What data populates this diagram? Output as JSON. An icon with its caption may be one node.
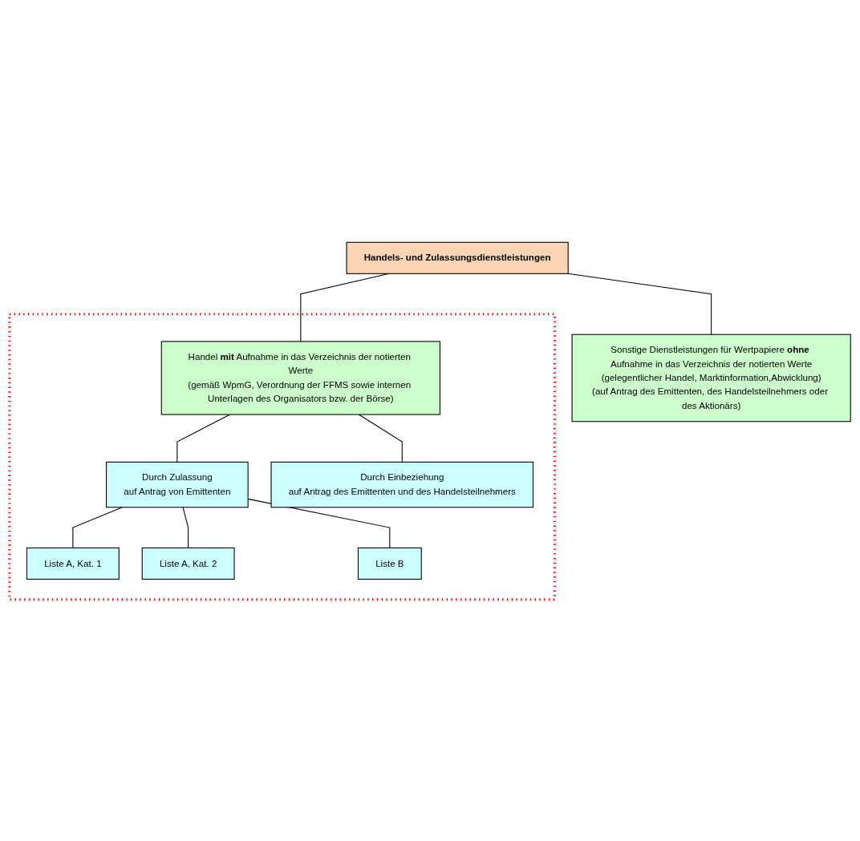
{
  "diagram": {
    "nodes": [
      {
        "text": [
          "Handels- und Zulassungsdienstleistungen"
        ]
      },
      {
        "text": [
          "Sonstige Dienstleistungen für Wertpapiere **ohne** Aufnahme in das Verzeichnis der notierten Werte",
          "(gelegentlicher Handel, Marktinformation,Abwicklung)",
          "(auf Antrag des Emittenten, des Handelsteilnehmers oder des Aktionärs)"
        ]
      },
      {
        "text": [],
        "shape": "box"
      },
      {
        "text": [
          "Handel **mit** Aufnahme in das Verzeichnis der notierten Werte",
          "(gemäß WpmG, Verordnung der FFMS sowie internen Unterlagen des Organisators bzw. der Börse)"
        ],
        "in": 2
      },
      {
        "text": [
          "Durch Zulassung",
          "auf Antrag von Emittenten"
        ],
        "in": 2
      },
      {
        "text": [
          "Durch Einbeziehung",
          "auf Antrag des Emittenten und des Handelsteilnehmers"
        ],
        "in": 2
      },
      {
        "text": [
          "Liste A, Kat. 1"
        ],
        "in": 2
      },
      {
        "text": [
          "Liste A, Kat. 2"
        ],
        "in": 2
      },
      {
        "text": [
          "Liste B"
        ],
        "in": 2
      }
    ],
    "edges": [
      {
        "from": 0,
        "to": 1,
        "arrow": "none"
      },
      {
        "from": 0,
        "to": 3,
        "arrow": "none"
      },
      {
        "from": 3,
        "to": 4,
        "arrow": "none"
      },
      {
        "from": 3,
        "to": 5,
        "arrow": "none"
      },
      {
        "from": 4,
        "to": 6,
        "arrow": "none"
      },
      {
        "from": 4,
        "to": 7,
        "arrow": "none"
      },
      {
        "from": 4,
        "to": 8,
        "arrow": "none"
      }
    ]
  }
}
